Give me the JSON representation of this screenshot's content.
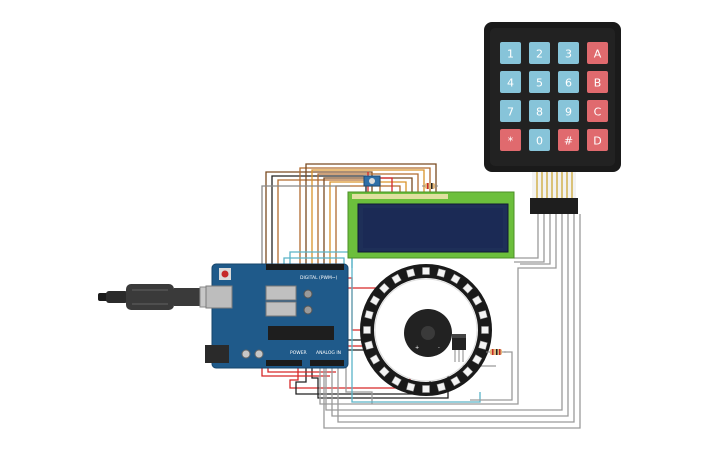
{
  "keypad": {
    "rows": [
      [
        {
          "label": "1",
          "type": "num"
        },
        {
          "label": "2",
          "type": "num"
        },
        {
          "label": "3",
          "type": "num"
        },
        {
          "label": "A",
          "type": "letter"
        }
      ],
      [
        {
          "label": "4",
          "type": "num"
        },
        {
          "label": "5",
          "type": "num"
        },
        {
          "label": "6",
          "type": "num"
        },
        {
          "label": "B",
          "type": "letter"
        }
      ],
      [
        {
          "label": "7",
          "type": "num"
        },
        {
          "label": "8",
          "type": "num"
        },
        {
          "label": "9",
          "type": "num"
        },
        {
          "label": "C",
          "type": "letter"
        }
      ],
      [
        {
          "label": "*",
          "type": "letter"
        },
        {
          "label": "0",
          "type": "num"
        },
        {
          "label": "#",
          "type": "letter"
        },
        {
          "label": "D",
          "type": "letter"
        }
      ]
    ]
  },
  "arduino": {
    "digital_label": "DIGITAL (PWM~)",
    "power_label": "POWER",
    "analog_label": "ANALOG IN"
  },
  "ring": {
    "led_count": 24
  },
  "colors": {
    "key_num": "#87c4d9",
    "key_letter": "#e06a6e",
    "board": "#1f5a8a",
    "lcd_pcb": "#6cbf3c",
    "lcd_screen": "#1b2a55"
  }
}
